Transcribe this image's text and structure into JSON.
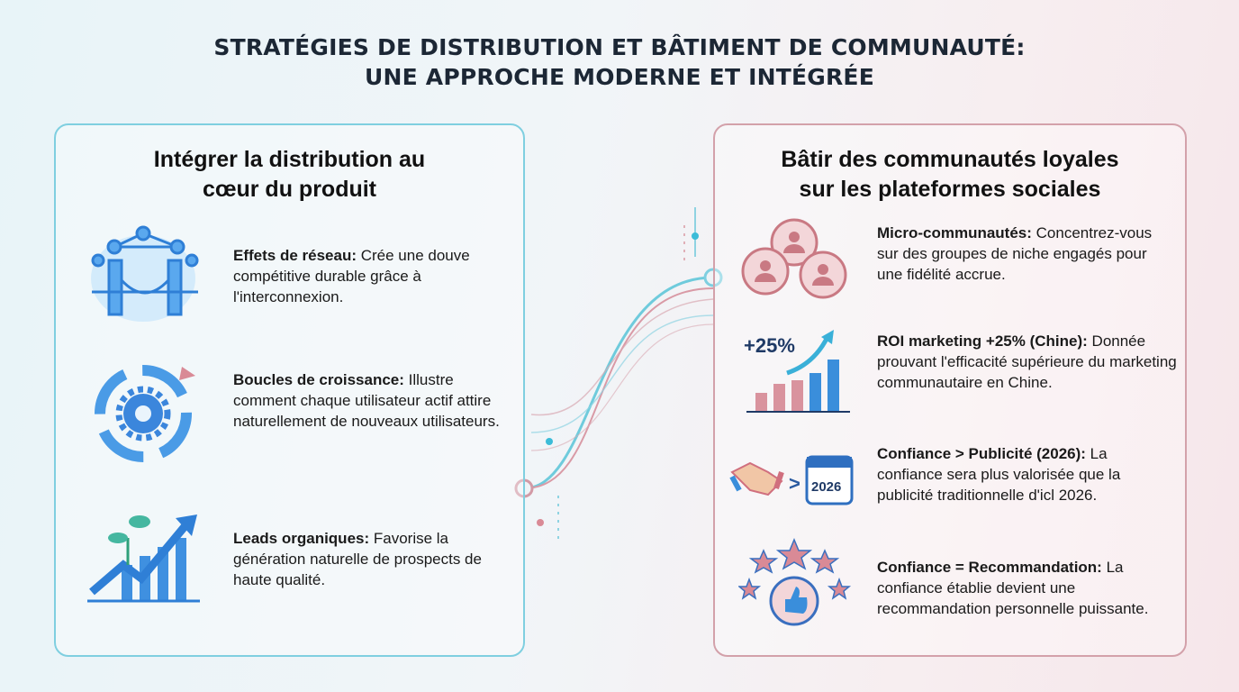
{
  "title": {
    "line1": "STRATÉGIES DE DISTRIBUTION ET BÂTIMENT DE COMMUNAUTÉ:",
    "line2": "UNE APPROCHE MODERNE ET INTÉGRÉE"
  },
  "left": {
    "heading_line1": "Intégrer la distribution au",
    "heading_line2": "cœur du produit",
    "items": [
      {
        "icon": "network-bridge-icon",
        "title": "Effets de réseau:",
        "text": " Crée une douve compétitive durable grâce à l'interconnexion."
      },
      {
        "icon": "growth-loop-gear-icon",
        "title": "Boucles de croissance:",
        "text": " Illustre comment chaque utilisateur actif attire naturellement de nouveaux utilisateurs."
      },
      {
        "icon": "organic-growth-chart-icon",
        "title": "Leads organiques:",
        "text": " Favorise la génération naturelle de prospects de haute qualité."
      }
    ]
  },
  "right": {
    "heading_line1": "Bâtir des communautés loyales",
    "heading_line2": "sur les plateformes sociales",
    "items": [
      {
        "icon": "chat-bubbles-users-icon",
        "title": "Micro-communautés:",
        "text": " Concentrez-vous sur des groupes de niche engagés pour une fidélité accrue."
      },
      {
        "icon": "bar-chart-up-icon",
        "badge": "+25%",
        "title": "ROI marketing +25% (Chine):",
        "text": " Donnée prouvant l'efficacité supérieure du marketing communautaire en Chine."
      },
      {
        "icon": "handshake-calendar-icon",
        "badge": "2026",
        "title": "Confiance > Publicité (2026):",
        "text": " La confiance sera plus valorisée que la publicité traditionnelle d'icl 2026."
      },
      {
        "icon": "stars-thumbs-up-icon",
        "title": "Confiance = Recommandation:",
        "text": " La confiance établie devient une recommandation personnelle puissante."
      }
    ]
  },
  "colors": {
    "left_accent": "#7fcfe0",
    "right_accent": "#d3a1aa",
    "icon_blue": "#2f7fd6",
    "icon_pink": "#d98a96"
  }
}
